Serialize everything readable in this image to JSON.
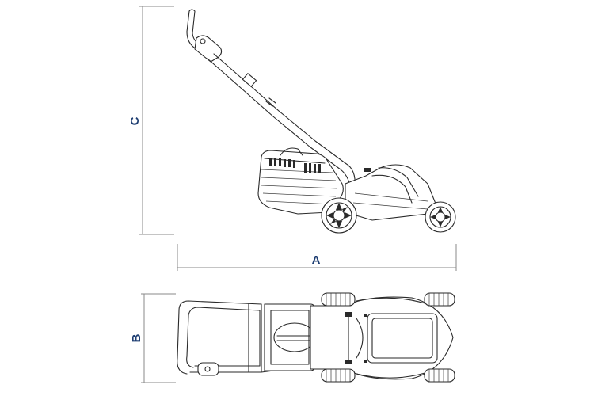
{
  "dimensions": {
    "length_label": "A",
    "width_label": "B",
    "height_label": "C"
  },
  "colors": {
    "dimension_text": "#1f3f73",
    "dimension_line": "#8a8a8a",
    "drawing_ink": "#2a2a2a"
  }
}
